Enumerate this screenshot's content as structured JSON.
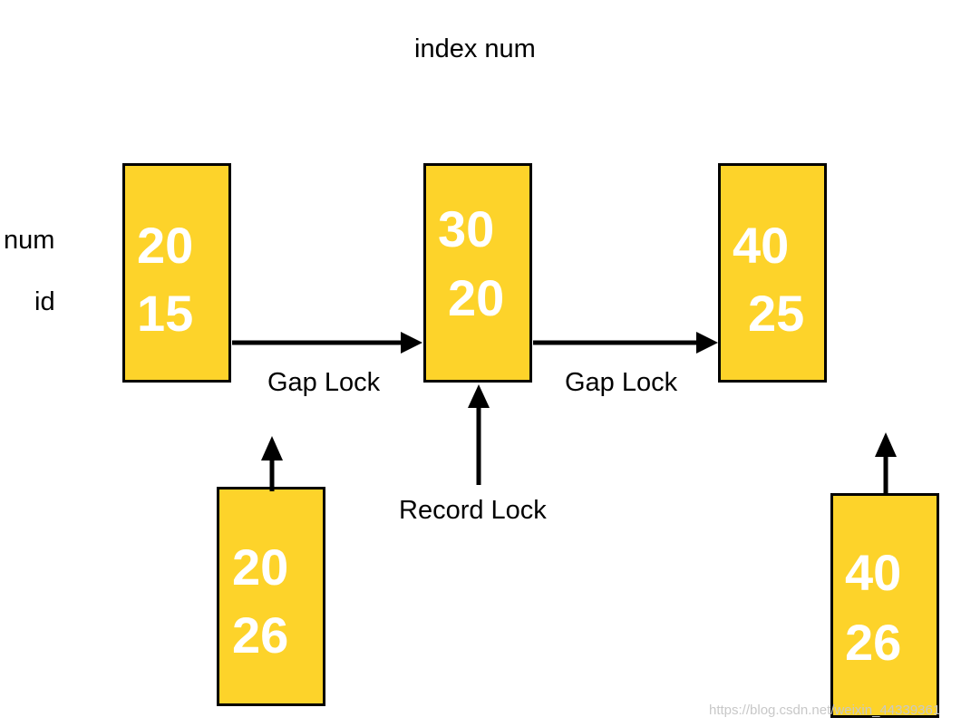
{
  "title": "index num",
  "row_labels": {
    "num": "num",
    "id": "id"
  },
  "records": [
    {
      "num": "20",
      "id": "15"
    },
    {
      "num": "30",
      "id": "20"
    },
    {
      "num": "40",
      "id": "25"
    }
  ],
  "inserts": [
    {
      "num": "20",
      "id": "26"
    },
    {
      "num": "40",
      "id": "26"
    }
  ],
  "locks": {
    "gap_lock_1": "Gap Lock",
    "gap_lock_2": "Gap Lock",
    "record_lock": "Record Lock"
  },
  "watermark": "https://blog.csdn.net/weixin_44339361",
  "colors": {
    "box_fill": "#fdd32a",
    "box_text": "#ffffff",
    "stroke": "#000000"
  }
}
